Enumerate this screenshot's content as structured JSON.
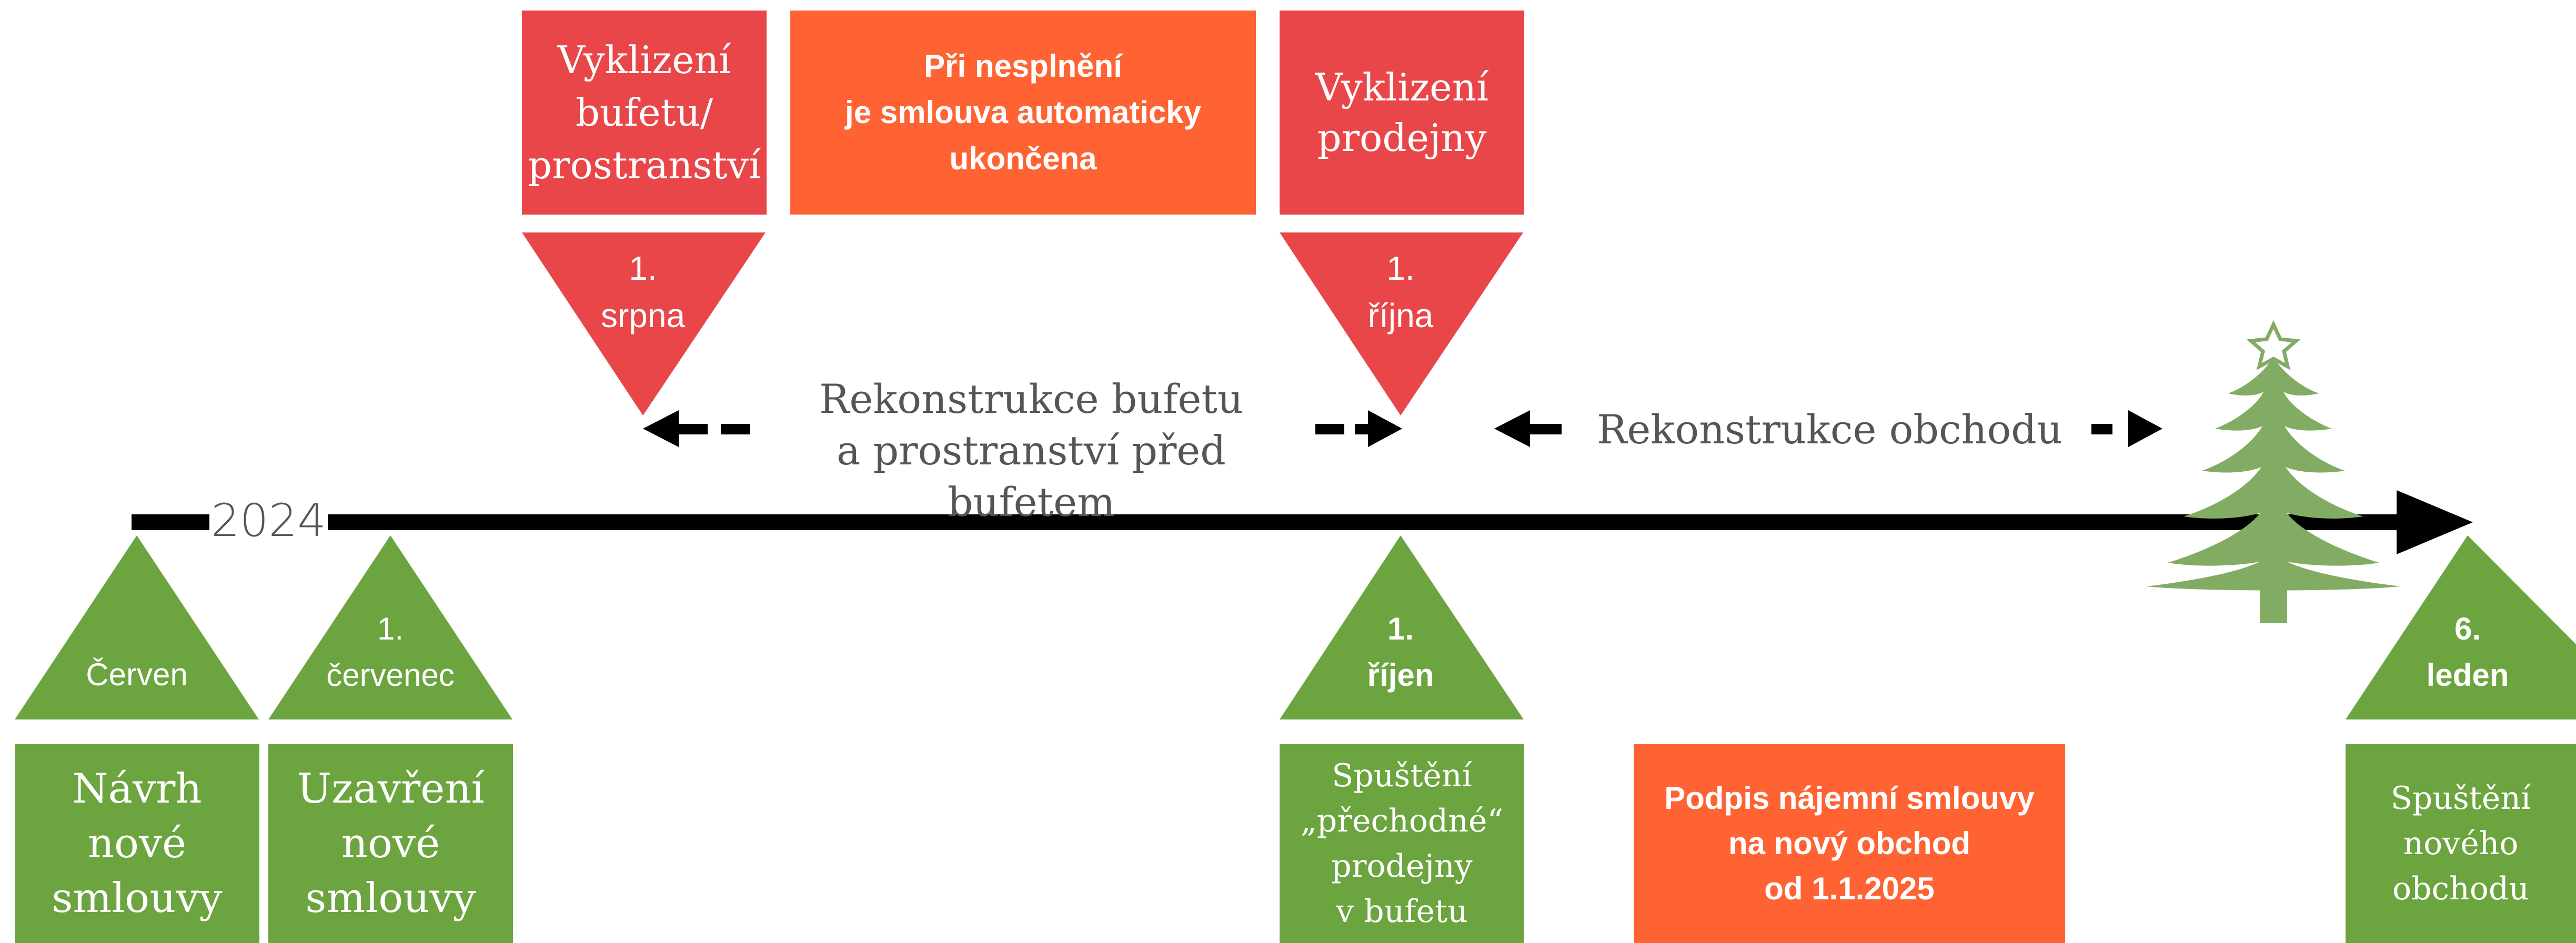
{
  "colors": {
    "red": "#e84649",
    "orange": "#ff6333",
    "green": "#6ca43f",
    "tree_green": "#82ac63",
    "line": "#000000",
    "gray_text": "#555555"
  },
  "timeline": {
    "year": "2024"
  },
  "top_events": {
    "bufet_clearing": {
      "box_text": "Vyklizení\nbufetu/\nprostranství",
      "date": "1.\nsrpna"
    },
    "contract_note": {
      "box_text": "Při nesplnění\nje smlouva automaticky\nukončena"
    },
    "shop_clearing": {
      "box_text": "Vyklizení\nprodejny",
      "date": "1.\nříjna"
    }
  },
  "periods": {
    "bufet_reconstruction": "Rekonstrukce bufetu\na prostranství před bufetem",
    "shop_reconstruction": "Rekonstrukce obchodu"
  },
  "bottom_events": {
    "proposal": {
      "date": "Červen",
      "box_text": "Návrh\nnové\nsmlouvy"
    },
    "signing": {
      "date": "1.\nčervenec",
      "box_text": "Uzavření\nnové\nsmlouvy"
    },
    "temporary_shop": {
      "date": "1.\nříjen",
      "box_text": "Spuštění\n„přechodné“\nprodejny\nv bufetu"
    },
    "lease_note": {
      "box_text": "Podpis nájemní smlouvy\nna nový obchod\nod 1.1.2025"
    },
    "new_shop": {
      "date": "6.\nleden",
      "box_text": "Spuštění\nnového\nobchodu"
    }
  },
  "icons": {
    "tree": "christmas-tree-icon",
    "star": "star-outline-icon"
  }
}
